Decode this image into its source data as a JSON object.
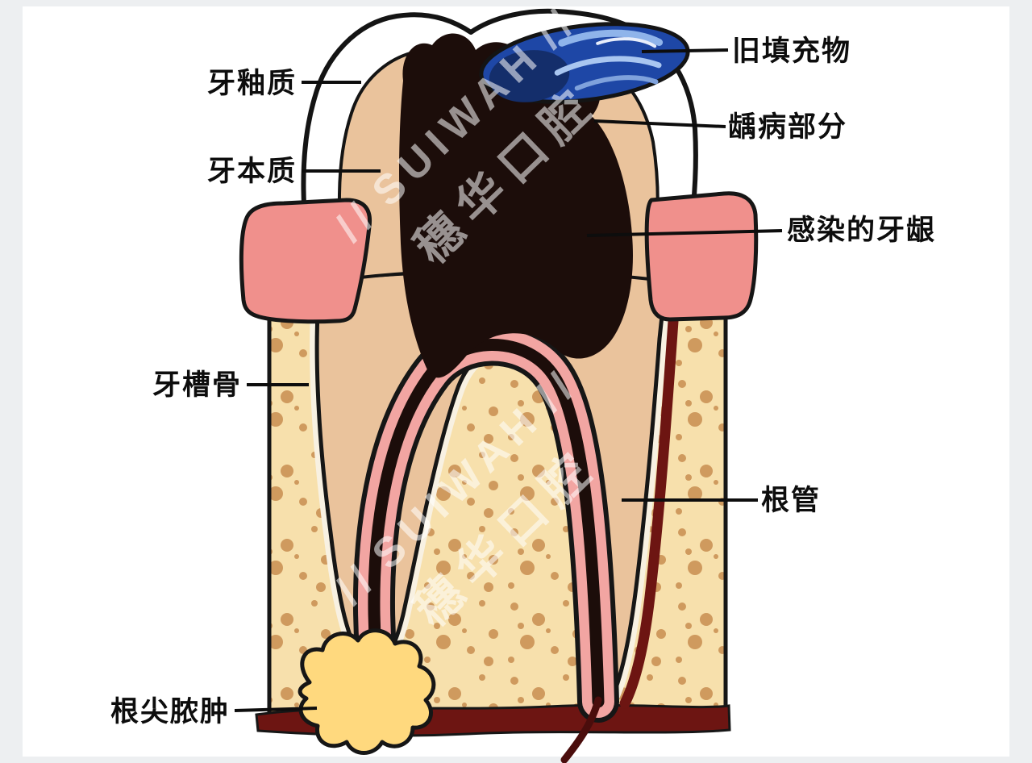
{
  "page": {
    "background": "#edeff1",
    "canvas": "#ffffff"
  },
  "diagram": {
    "type": "dental-cross-section-with-caries-and-abscess",
    "labels": {
      "enamel": "牙釉质",
      "dentin": "牙本质",
      "alveolar_bone": "牙槽骨",
      "apical_abscess": "根尖脓肿",
      "old_filling": "旧填充物",
      "caries": "龋病部分",
      "infected_gum": "感染的牙龈",
      "root_canal": "根管"
    },
    "watermark": {
      "slashes": "//",
      "brand": "SUIWAH",
      "brand_cn": "穗华口腔"
    },
    "colors": {
      "enamel": "#ffffff",
      "dentin": "#eac39c",
      "decay": "#1c0d0a",
      "filling_blue": "#1e47a6",
      "filling_dark": "#142e6b",
      "gum_pink": "#f0908c",
      "bone": "#f7e0ac",
      "bone_speckle": "#cf9a5e",
      "canal_pink": "#f2a5a2",
      "abscess_yellow": "#ffd97e",
      "vessel_dark_red": "#6d1512",
      "outline": "#161616"
    }
  }
}
